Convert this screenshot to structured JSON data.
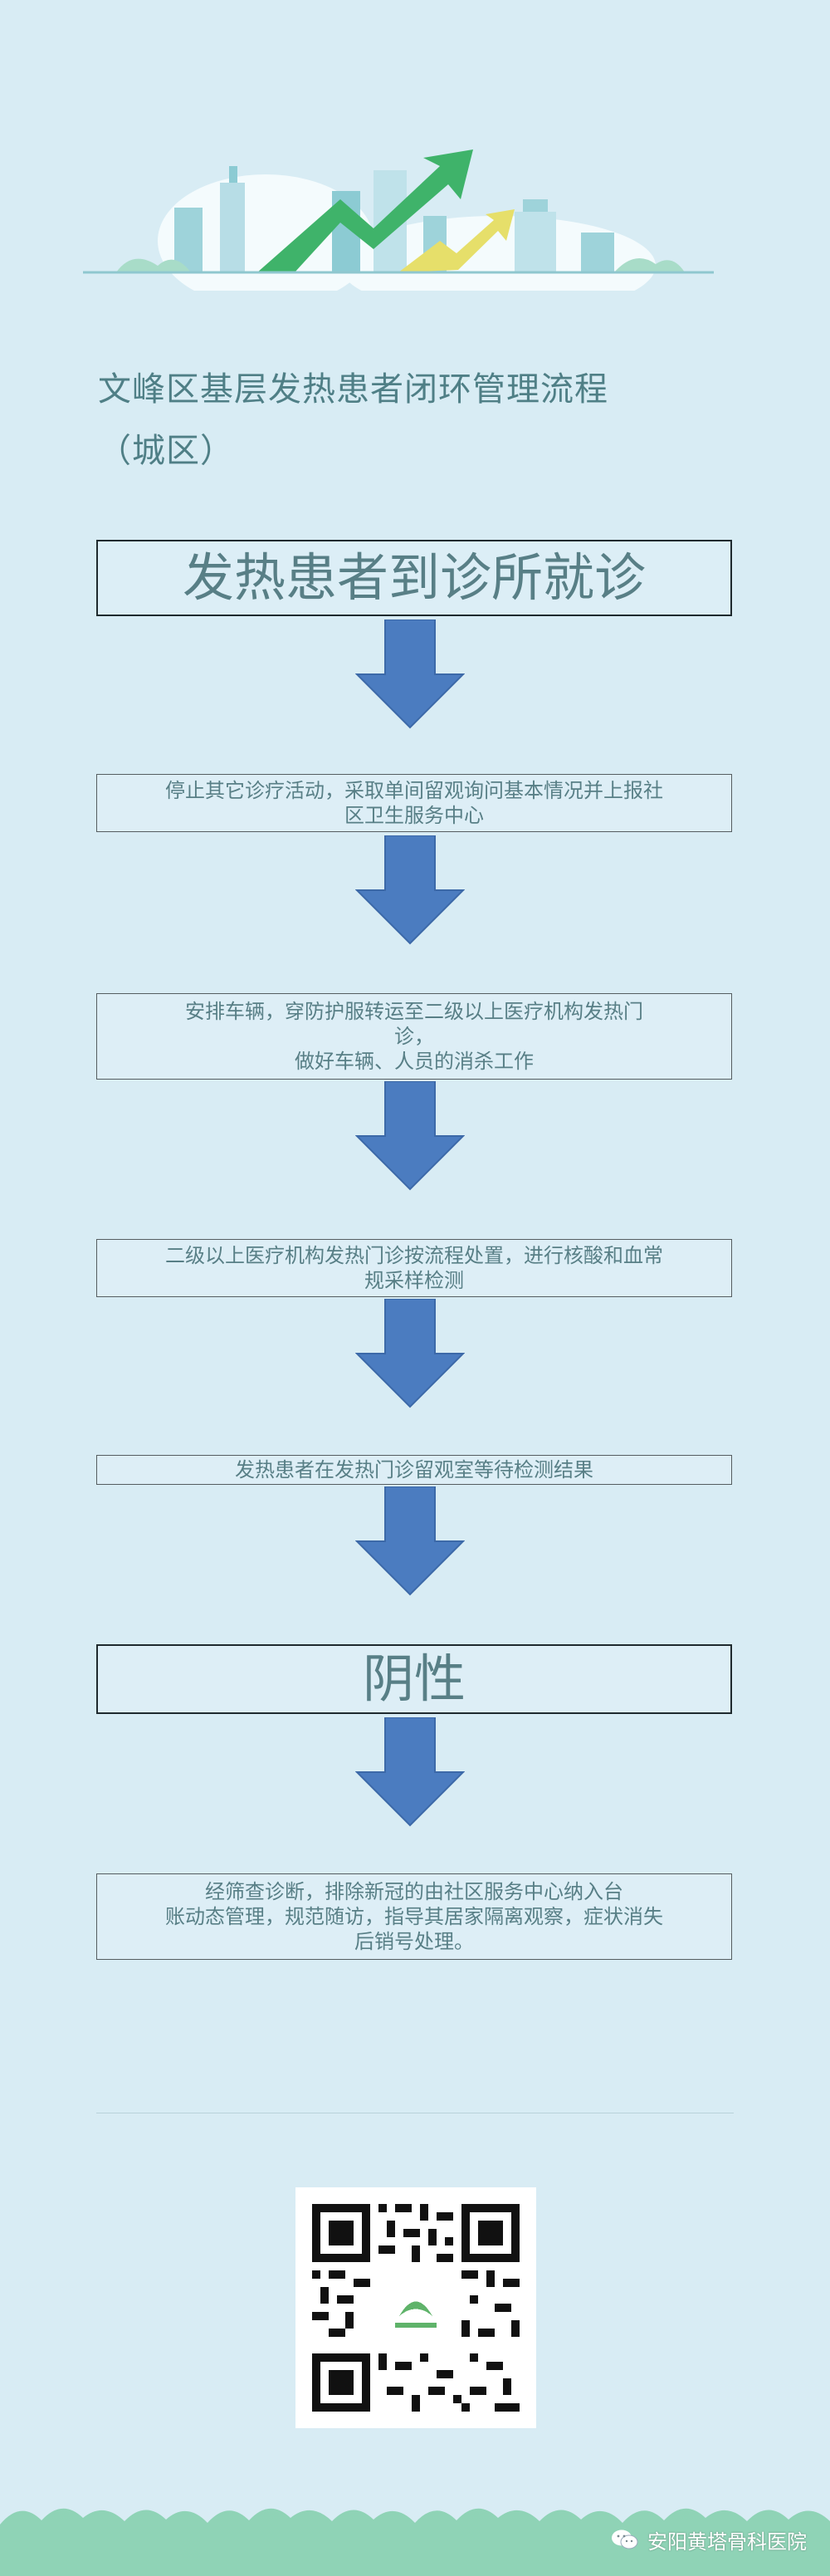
{
  "title": "文峰区基层发热患者闭环管理流程\n（城区）",
  "steps": [
    {
      "text": "发热患者到诊所就诊"
    },
    {
      "text": "停止其它诊疗活动，采取单间留观询问基本情况并上报社\n区卫生服务中心"
    },
    {
      "text": "安排车辆，穿防护服转运至二级以上医疗机构发热门\n诊，\n做好车辆、人员的消杀工作"
    },
    {
      "text": "二级以上医疗机构发热门诊按流程处置，进行核酸和血常\n规采样检测"
    },
    {
      "text": "发热患者在发热门诊留观室等待检测结果"
    },
    {
      "text": "阴性"
    },
    {
      "text": "经筛查诊断，排除新冠的由社区服务中心纳入台\n账动态管理，规范随访，指导其居家隔离观察，症状消失\n后销号处理。"
    }
  ],
  "watermark": {
    "text": "安阳黄塔骨科医院",
    "icon": "wechat-icon"
  },
  "colors": {
    "background": "#d8ecf4",
    "arrow": "#4b7cc0",
    "text": "#587f86"
  },
  "qr_code": {
    "icon": "qr-code-icon"
  }
}
